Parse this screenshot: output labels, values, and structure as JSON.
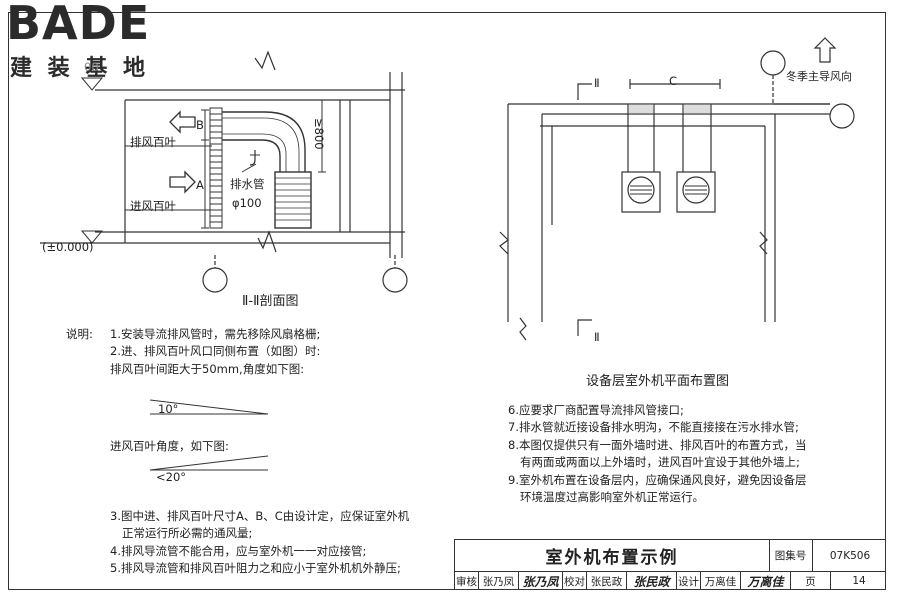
{
  "logo": {
    "brand": "BADE",
    "subtitle": "建 装 基 地"
  },
  "section": {
    "title": "Ⅱ-Ⅱ剖面图",
    "label_exhaust_louver": "排风百叶",
    "label_intake_louver": "进风百叶",
    "label_drain_pipe": "排水管",
    "label_drain_dia": "φ100",
    "dim_b": "B",
    "dim_a": "A",
    "dim_800": "≥800",
    "elevation": "(±0.000)",
    "hidden_elev": "00"
  },
  "plan": {
    "title": "设备层室外机平面布置图",
    "section_mark": "Ⅱ",
    "dim_c": "C",
    "wind_label": "冬季主导风向"
  },
  "notes_left": {
    "lead": "说明:",
    "lines": [
      "1.安装导流排风管时，需先移除风扇格栅;",
      "2.进、排风百叶风口同侧布置（如图）时:",
      "排风百叶间距大于50mm,角度如下图:"
    ],
    "angle1": "10°",
    "intake_angle_title": "进风百叶角度，如下图:",
    "angle2": "<20°",
    "lines2": [
      "3.图中进、排风百叶尺寸A、B、C由设计定，应保证室外机",
      "正常运行所必需的通风量;",
      "4.排风导流管不能合用，应与室外机一一对应接管;",
      "5.排风导流管和排风百叶阻力之和应小于室外机机外静压;"
    ]
  },
  "notes_right": {
    "lines": [
      "6.应要求厂商配置导流排风管接口;",
      "7.排水管就近接设备排水明沟，不能直接接在污水排水管;",
      "8.本图仅提供只有一面外墙时进、排风百叶的布置方式，当",
      "有两面或两面以上外墙时，进风百叶宜设于其他外墙上;",
      "9.室外机布置在设备层内，应确保通风良好，避免因设备层",
      "环境温度过高影响室外机正常运行。"
    ]
  },
  "title_block": {
    "title": "室外机布置示例",
    "atlas_label": "图集号",
    "atlas_no": "07K506",
    "review_label": "审核",
    "reviewer": "张乃凤",
    "reviewer_sig": "张乃凤",
    "check_label": "校对",
    "checker": "张民政",
    "checker_sig": "张民政",
    "design_label": "设计",
    "designer": "万离佳",
    "designer_sig": "万离佳",
    "page_label": "页",
    "page_no": "14"
  }
}
